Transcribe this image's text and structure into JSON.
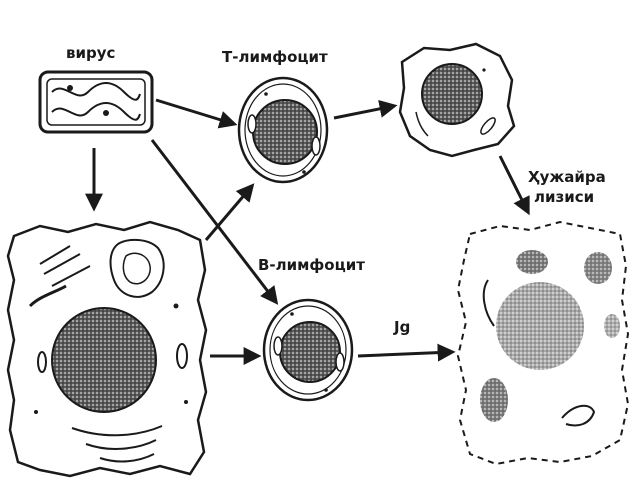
{
  "labels": {
    "virus": "вирус",
    "t_lymphocyte": "Т-лимфоцит",
    "b_lymphocyte": "В-лимфоцит",
    "antibody": "Jg",
    "cell_lysis_line1": "Ҳужайра",
    "cell_lysis_line2": "лизиси"
  },
  "colors": {
    "ink": "#1a1a1a",
    "nucleus": "#3a3a3a",
    "background": "#ffffff"
  }
}
